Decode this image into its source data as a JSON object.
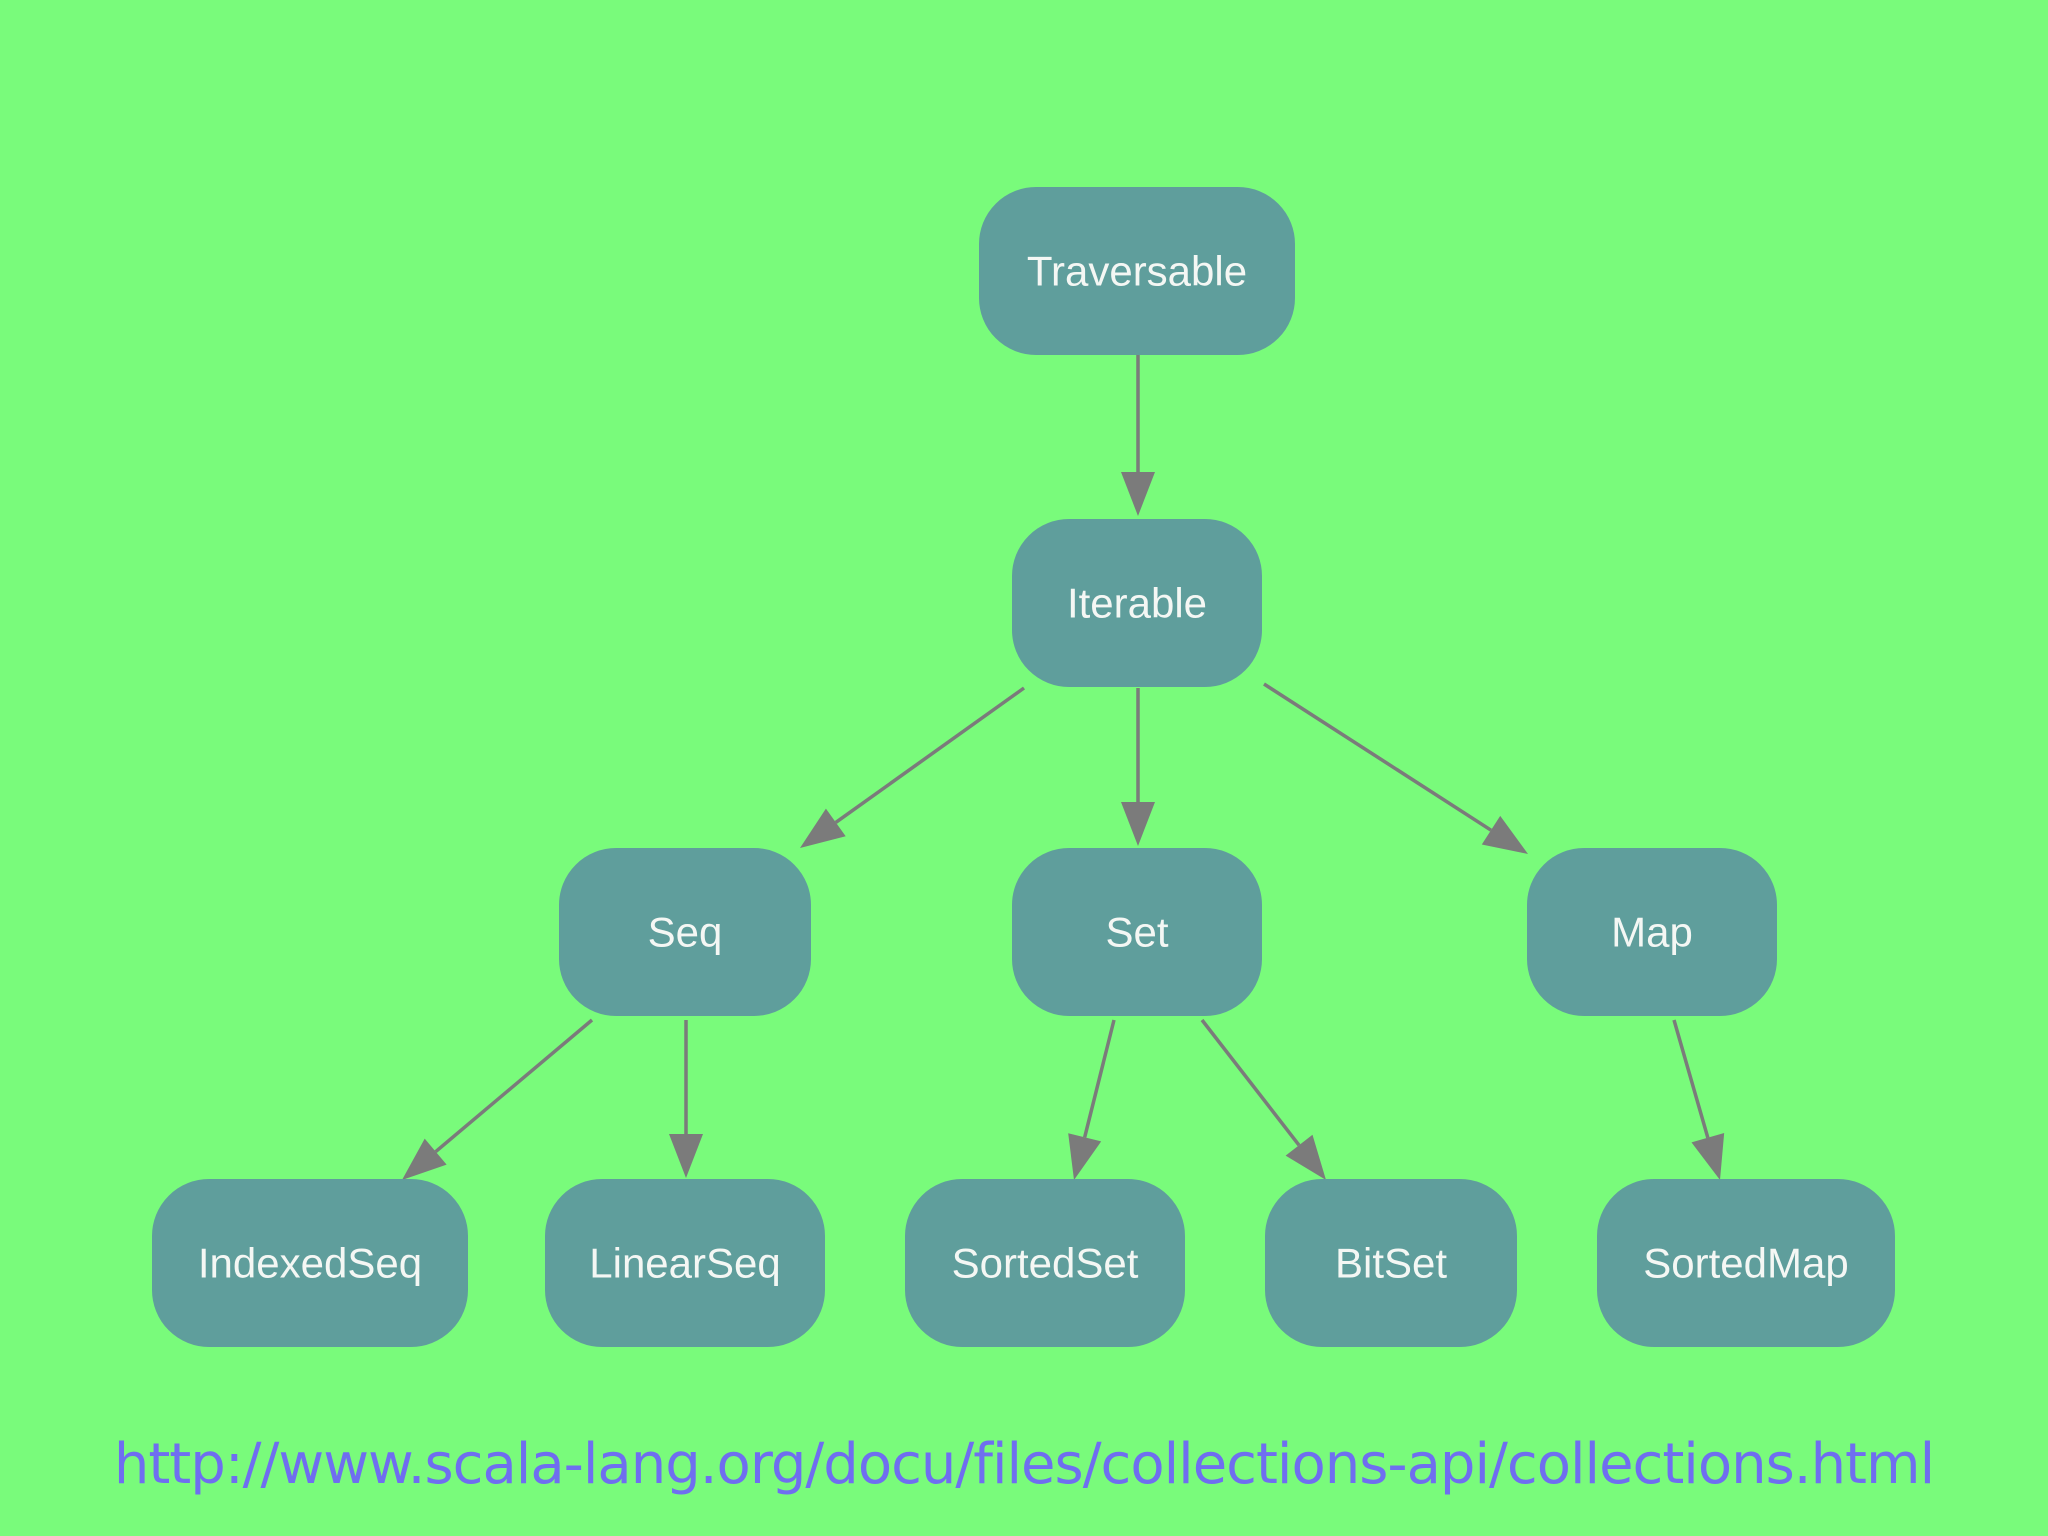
{
  "diagram": {
    "nodes": [
      {
        "id": "traversable",
        "label": "Traversable"
      },
      {
        "id": "iterable",
        "label": "Iterable"
      },
      {
        "id": "seq",
        "label": "Seq"
      },
      {
        "id": "set",
        "label": "Set"
      },
      {
        "id": "map",
        "label": "Map"
      },
      {
        "id": "indexedseq",
        "label": "IndexedSeq"
      },
      {
        "id": "linearseq",
        "label": "LinearSeq"
      },
      {
        "id": "sortedset",
        "label": "SortedSet"
      },
      {
        "id": "bitset",
        "label": "BitSet"
      },
      {
        "id": "sortedmap",
        "label": "SortedMap"
      }
    ],
    "edges": [
      {
        "from": "traversable",
        "to": "iterable"
      },
      {
        "from": "iterable",
        "to": "seq"
      },
      {
        "from": "iterable",
        "to": "set"
      },
      {
        "from": "iterable",
        "to": "map"
      },
      {
        "from": "seq",
        "to": "indexedseq"
      },
      {
        "from": "seq",
        "to": "linearseq"
      },
      {
        "from": "set",
        "to": "sortedset"
      },
      {
        "from": "set",
        "to": "bitset"
      },
      {
        "from": "map",
        "to": "sortedmap"
      }
    ]
  },
  "footer": {
    "url": "http://www.scala-lang.org/docu/files/collections-api/collections.html"
  },
  "colors": {
    "background": "#79fb7b",
    "node_fill": "#5f9e9c",
    "node_text": "#f4f7f4",
    "edge": "#7b7b7b",
    "link": "#6f6ef0"
  }
}
